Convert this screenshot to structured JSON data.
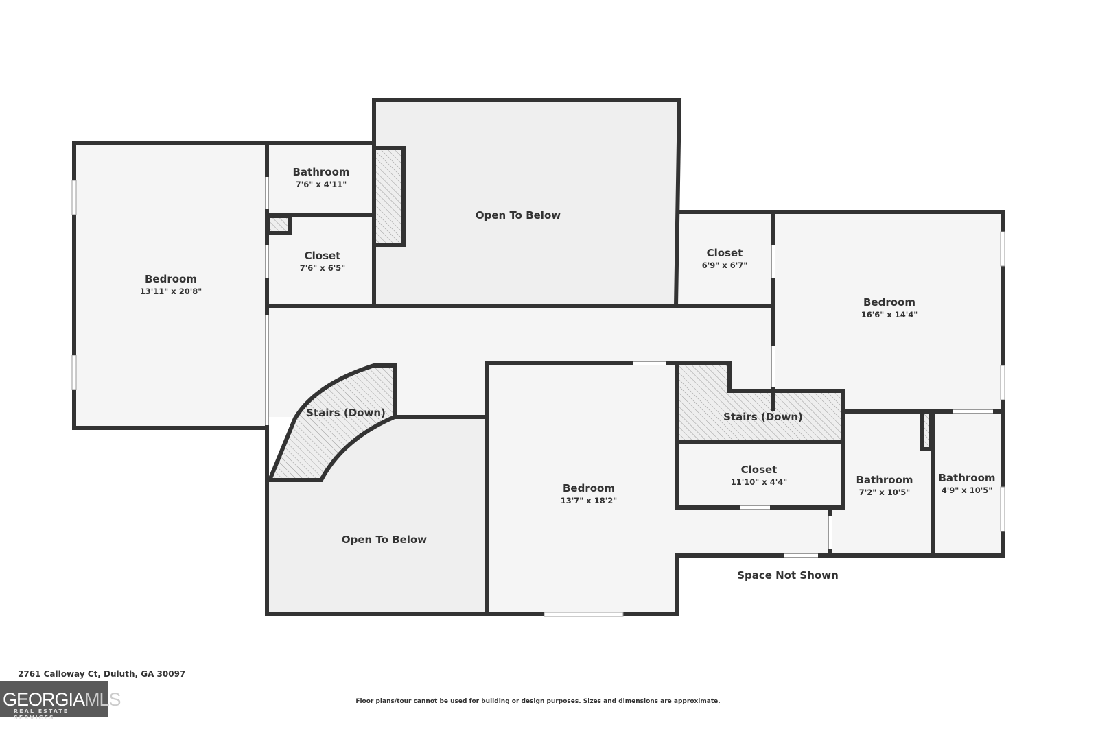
{
  "rooms": {
    "bedroom_left": {
      "name": "Bedroom",
      "dims": "13'11\" x 20'8\""
    },
    "bathroom_top": {
      "name": "Bathroom",
      "dims": "7'6\" x 4'11\""
    },
    "closet_left": {
      "name": "Closet",
      "dims": "7'6\" x 6'5\""
    },
    "open_top": {
      "name": "Open To Below"
    },
    "closet_right": {
      "name": "Closet",
      "dims": "6'9\" x 6'7\""
    },
    "bedroom_right": {
      "name": "Bedroom",
      "dims": "16'6\" x 14'4\""
    },
    "stairs_left": {
      "name": "Stairs (Down)"
    },
    "stairs_right": {
      "name": "Stairs (Down)"
    },
    "open_bottom": {
      "name": "Open To Below"
    },
    "bedroom_center": {
      "name": "Bedroom",
      "dims": "13'7\" x 18'2\""
    },
    "closet_bottom": {
      "name": "Closet",
      "dims": "11'10\" x 4'4\""
    },
    "bathroom_mid": {
      "name": "Bathroom",
      "dims": "7'2\" x 10'5\""
    },
    "bathroom_right": {
      "name": "Bathroom",
      "dims": "4'9\" x 10'5\""
    },
    "space_not_shown": {
      "name": "Space Not Shown"
    }
  },
  "footer": {
    "address": "2761 Calloway Ct, Duluth, GA 30097",
    "disclaimer": "Floor plans/tour cannot be used for building or design purposes. Sizes and dimensions are approximate.",
    "logo": {
      "primary": "GEORGIA",
      "secondary": "MLS",
      "tagline": "REAL ESTATE SERVICES"
    }
  },
  "colors": {
    "wall": "#333333",
    "room": "#f5f5f5",
    "open": "#efefef"
  }
}
